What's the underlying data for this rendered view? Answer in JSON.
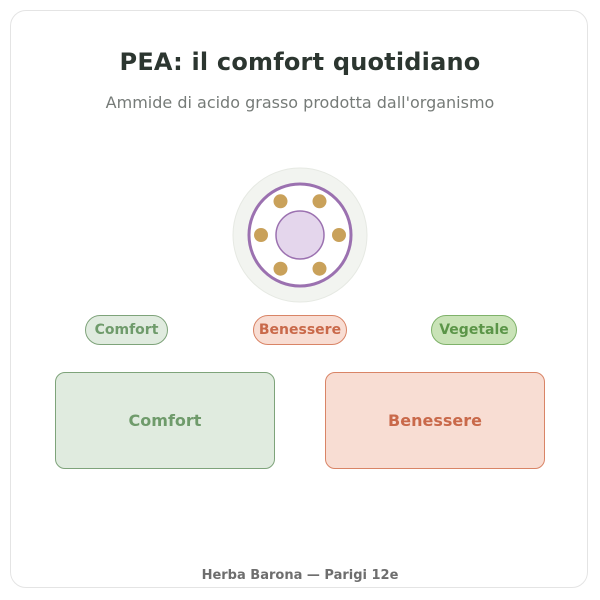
{
  "header": {
    "title": "PEA: il comfort quotidiano",
    "subtitle": "Ammide di acido grasso prodotta dall'organismo"
  },
  "emblem": {
    "icon": "molecule-ring-icon",
    "outer_fill": "#f2f4f0",
    "ring_color": "#9b71b0",
    "core_fill": "#e4d6ec",
    "dot_color": "#c9a15a",
    "dot_count": 6
  },
  "tags": [
    {
      "label": "Comfort"
    },
    {
      "label": "Benessere"
    },
    {
      "label": "Vegetale"
    }
  ],
  "cards": [
    {
      "label": "Comfort"
    },
    {
      "label": "Benessere"
    }
  ],
  "colors": {
    "comfort_fill": "#e0ebdf",
    "comfort_border": "#7ea37a",
    "benessere_fill": "#f8ddd3",
    "benessere_border": "#d98466",
    "vegetale_fill": "#c9e3b7",
    "vegetale_border": "#7fb26a"
  },
  "footer": {
    "text": "Herba Barona — Parigi 12e"
  }
}
